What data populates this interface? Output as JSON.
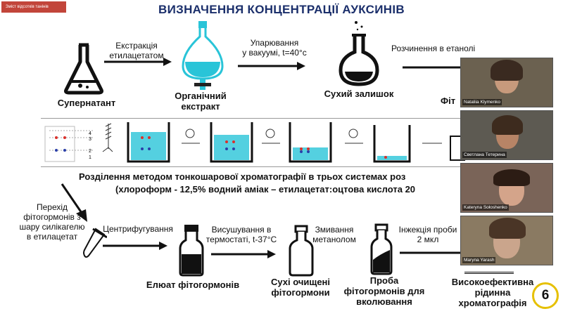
{
  "window": {
    "tab_label": "Зміст відсотків танінів"
  },
  "slide": {
    "title": "ВИЗНАЧЕННЯ КОНЦЕНТРАЦІЇ АУКСИНІВ",
    "labels": {
      "supernatant": "Супернатант",
      "extraction": [
        "Екстракція",
        "етилацетатом"
      ],
      "organic_extract": [
        "Органічний",
        "екстракт"
      ],
      "evaporation": [
        "Упарювання",
        "у вакуумі, t=40°c"
      ],
      "dry_residue": "Сухий залишок",
      "dissolution": "Розчинення в етанолі",
      "cut_label": "Фіт",
      "tlc_line1": "Розділення методом тонкошарової хроматографії в трьох системах роз",
      "tlc_line2": "(хлороформ - 12,5% водний аміак – етилацетат:оцтова кислота 20",
      "transfer": [
        "Перехід",
        "фітогормонів з",
        "шару силікагелю",
        "в етилацетат"
      ],
      "centrifugation": "Центрифугування",
      "drying": [
        "Висушування в",
        "термостаті, t-37°C"
      ],
      "washing": [
        "Змивання",
        "метанолом"
      ],
      "injection": [
        "Інжекція проби",
        "2 мкл"
      ],
      "eluate": "Елюат фітогормонів",
      "dry_purified": [
        "Сухі очищені",
        "фітогормони"
      ],
      "sample": [
        "Проба",
        "фітогормонів для",
        "вколювання"
      ],
      "hplc": [
        "Високоефективна",
        "рідинна",
        "хроматографія"
      ],
      "plate_numbers": [
        "4",
        "3",
        "2",
        "1"
      ]
    },
    "page_number": "6"
  },
  "participants": [
    {
      "name": "Nataliia Klymenko"
    },
    {
      "name": "Светлана Тетерина"
    },
    {
      "name": "Kateryna Sołoshenko"
    },
    {
      "name": "Maryna Yarash"
    }
  ],
  "colors": {
    "title": "#1b2f6b",
    "accent_cyan": "#29c4d8",
    "spot_red": "#d9302b",
    "spot_blue": "#2a3fa8",
    "badge_ring": "#e6c000"
  }
}
